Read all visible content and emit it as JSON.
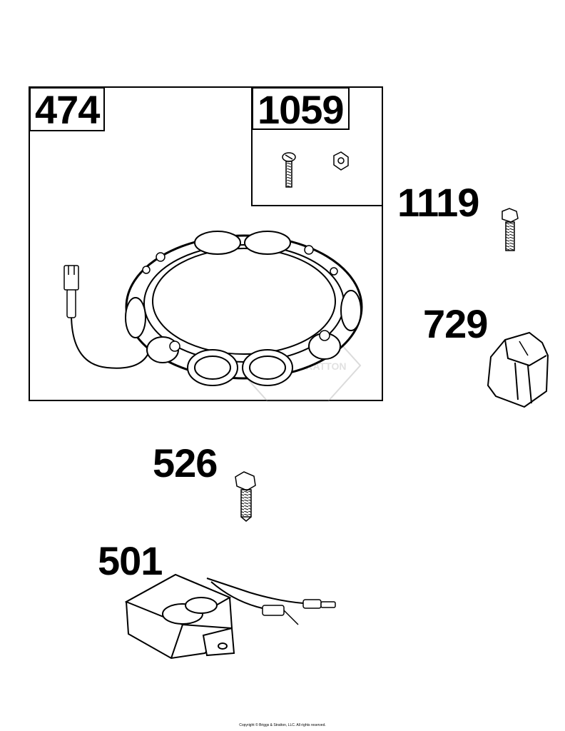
{
  "callouts": {
    "stator_kit": "474",
    "hardware_kit": "1059",
    "bolt_1119": "1119",
    "clip_729": "729",
    "screw_526": "526",
    "armature_501": "501"
  },
  "watermark": "STRATTON",
  "copyright": "Copyright © Briggs & Stratton, LLC. All rights reserved."
}
